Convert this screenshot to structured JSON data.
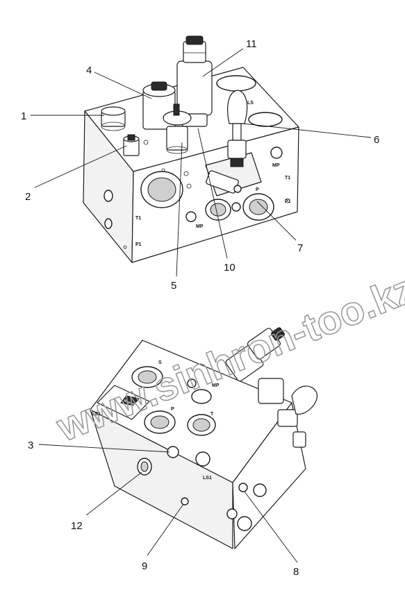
{
  "watermark": "www.sinhron-too.kz",
  "top_view": {
    "callouts": [
      "1",
      "2",
      "4",
      "5",
      "6",
      "7",
      "10",
      "11"
    ],
    "port_labels": {
      "t1_left": "T1",
      "p1_left": "P1",
      "mp_front": "MP",
      "mp_right": "MP",
      "t1_right": "T1",
      "p1_right": "P1",
      "ls_top": "LS",
      "p_valve": "P"
    }
  },
  "bottom_view": {
    "callouts": [
      "3",
      "8",
      "9",
      "12"
    ],
    "port_labels": {
      "s_top": "S",
      "mp": "MP",
      "p": "P",
      "t": "T",
      "ls1_left": "LS1",
      "ls1_front": "LS1"
    },
    "nameplate": {
      "brand": "Rexroth"
    }
  }
}
